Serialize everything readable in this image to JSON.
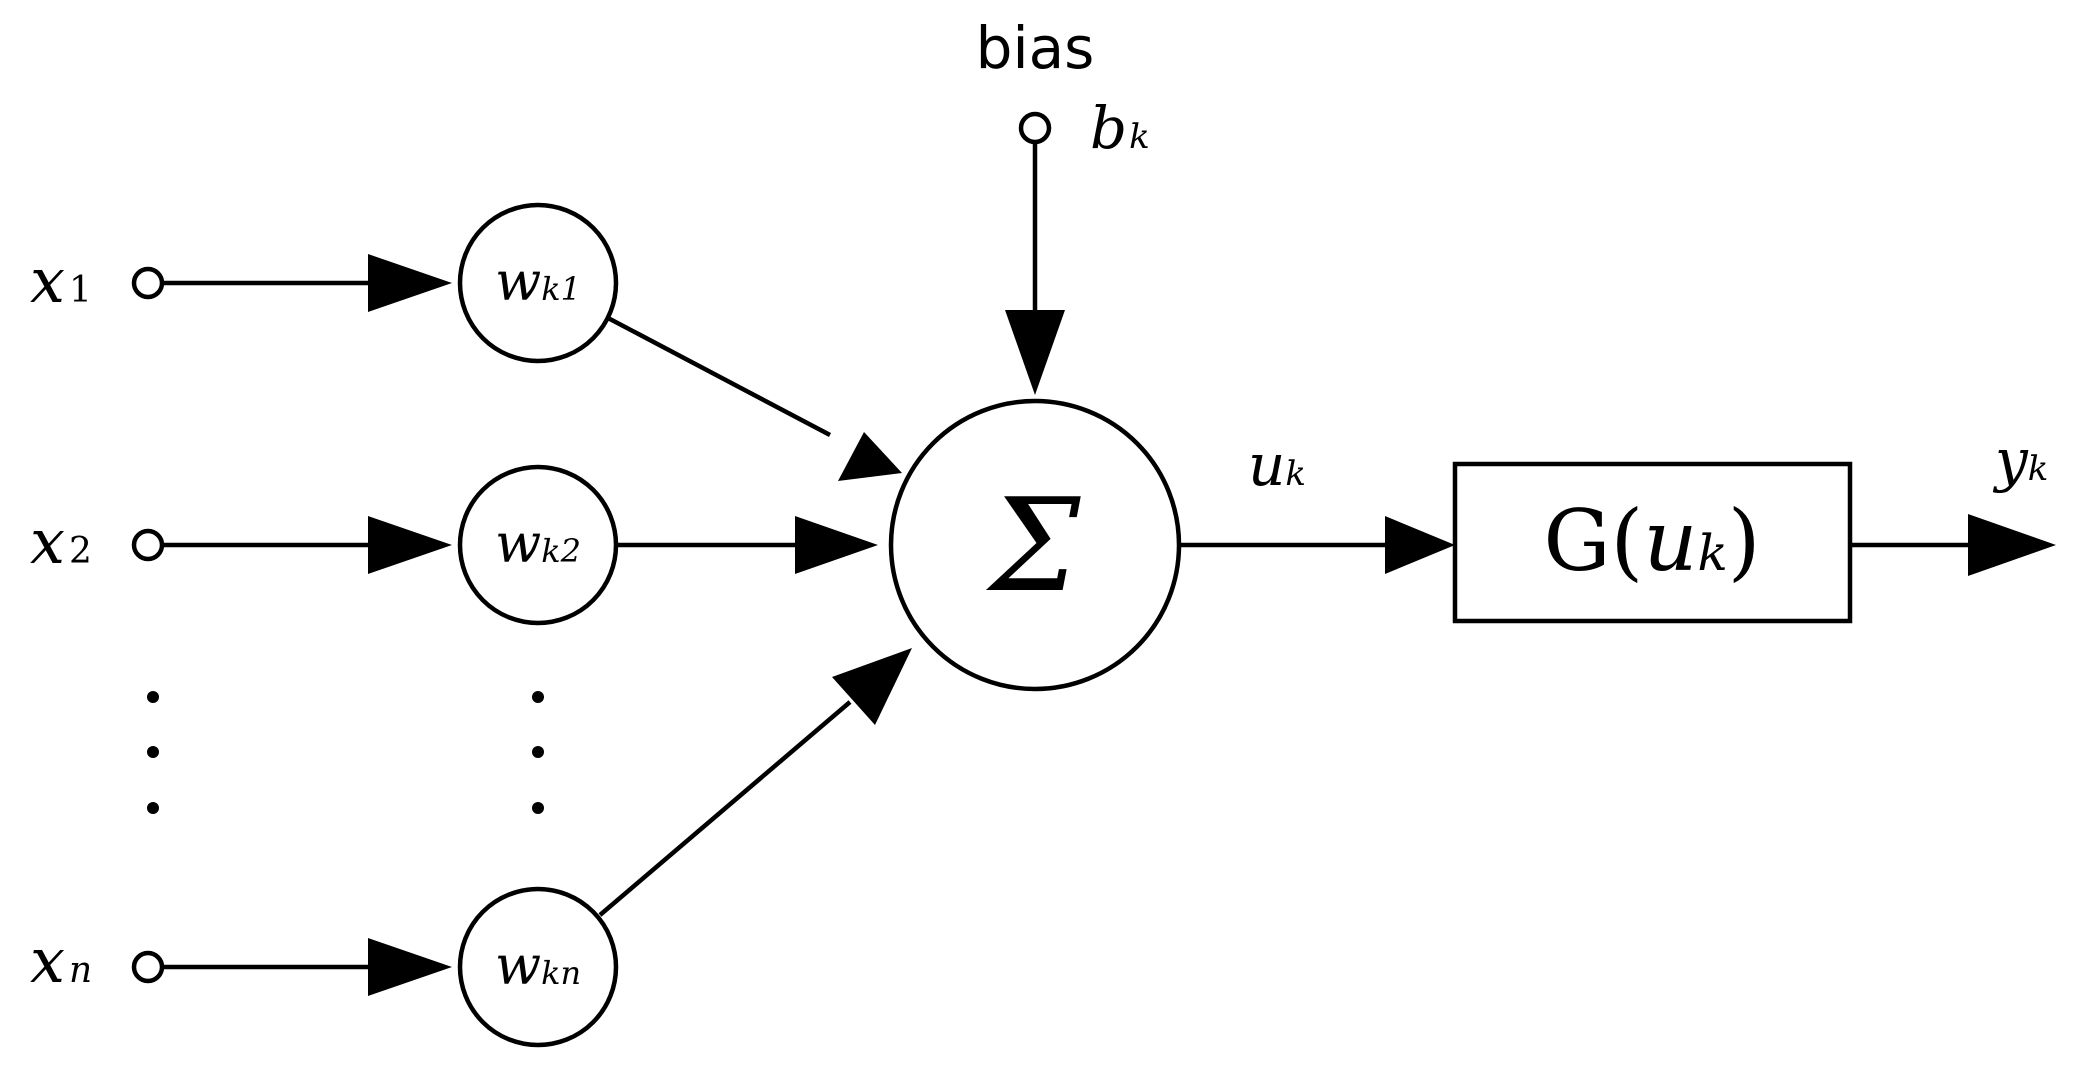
{
  "bias": {
    "label": "bias",
    "symbol": "b",
    "sub": "k"
  },
  "inputs": [
    {
      "symbol": "x",
      "sub": "1"
    },
    {
      "symbol": "x",
      "sub": "2"
    },
    {
      "symbol": "x",
      "sub": "n"
    }
  ],
  "weights": [
    {
      "symbol": "w",
      "sub": "k1"
    },
    {
      "symbol": "w",
      "sub": "k2"
    },
    {
      "symbol": "w",
      "sub": "kn"
    }
  ],
  "summation": {
    "symbol": "Σ"
  },
  "activation_input": {
    "symbol": "u",
    "sub": "k"
  },
  "activation": {
    "prefix": "G(",
    "symbol": "u",
    "sub": "k",
    "suffix": ")"
  },
  "output": {
    "symbol": "y",
    "sub": "k"
  }
}
